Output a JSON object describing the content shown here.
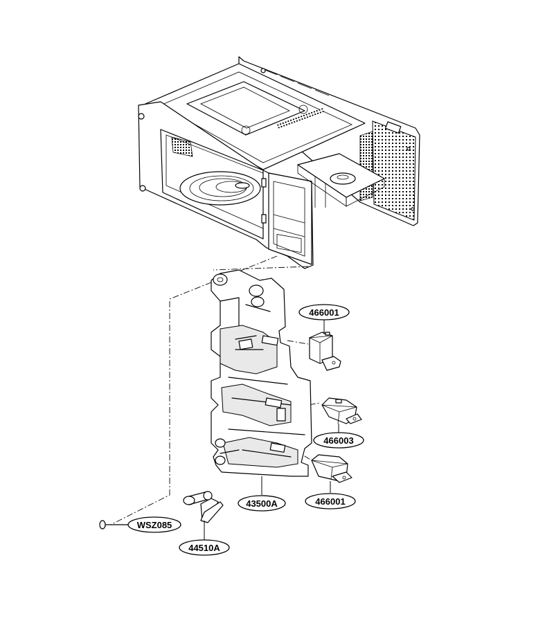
{
  "parts": [
    {
      "id": "part-466001-upper",
      "label": "466001"
    },
    {
      "id": "part-466003",
      "label": "466003"
    },
    {
      "id": "part-466001-lower",
      "label": "466001"
    },
    {
      "id": "part-43500A",
      "label": "43500A"
    },
    {
      "id": "part-WSZ085",
      "label": "WSZ085"
    },
    {
      "id": "part-44510A",
      "label": "44510A"
    }
  ]
}
